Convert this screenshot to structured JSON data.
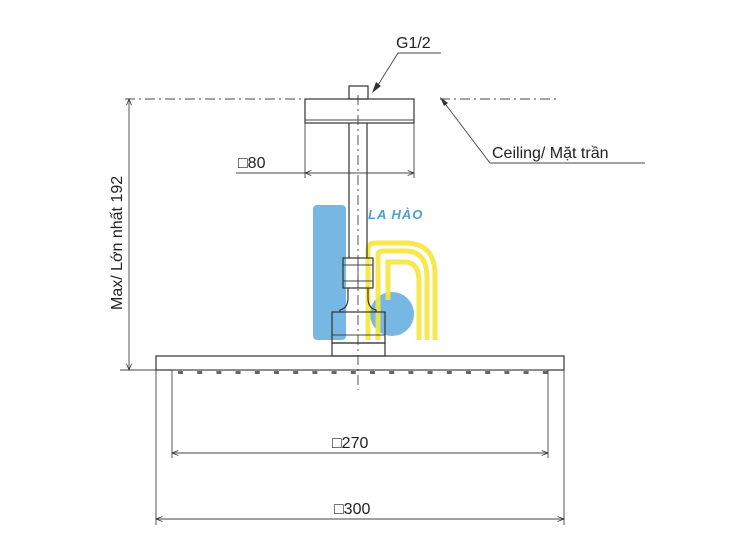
{
  "drawing": {
    "thread_label": "G1/2",
    "ceiling_label": "Ceiling/ Mặt trần",
    "height_label": "Max/ Lớn nhất 192",
    "flange_label": "□80",
    "inner_label": "□270",
    "outer_label": "□300"
  },
  "watermark": {
    "brand_text": "LA HÀO",
    "colors": {
      "blue": "#2b8fd6",
      "yellow": "#f4e21a"
    }
  }
}
